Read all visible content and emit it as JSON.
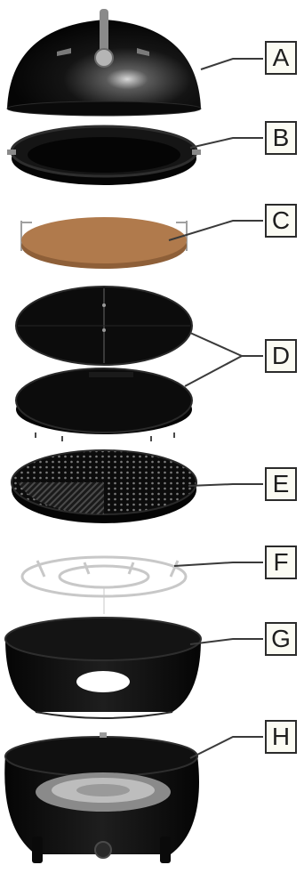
{
  "parts": [
    {
      "label": "A",
      "name": "lid"
    },
    {
      "label": "B",
      "name": "frying-pan"
    },
    {
      "label": "C",
      "name": "pizza-stone"
    },
    {
      "label": "D",
      "name": "grill-plates"
    },
    {
      "label": "E",
      "name": "flame-tamer"
    },
    {
      "label": "F",
      "name": "pot-support"
    },
    {
      "label": "G",
      "name": "fire-bowl"
    },
    {
      "label": "H",
      "name": "base"
    }
  ],
  "colors": {
    "part": "#0e0e0e",
    "part_edge": "#2a2a2a",
    "pizza_stone": "#b07a4c",
    "pot_support": "#c8c8c8",
    "leader_line": "#3a3a3a",
    "callout_border": "#2b2b2b",
    "callout_fill": "#fbfbf3"
  }
}
